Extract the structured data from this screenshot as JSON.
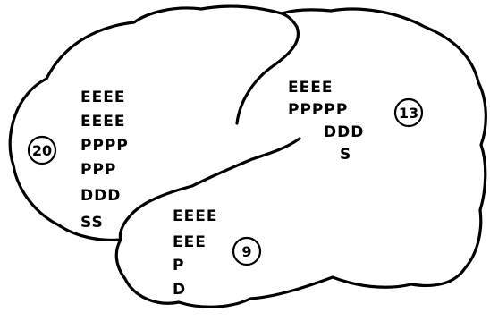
{
  "frontal_region": {
    "number": "20",
    "lines": [
      "EEEE",
      "EEEE",
      "PPPP",
      "PPP",
      "DDD",
      "SS"
    ]
  },
  "parietal_region": {
    "number": "13",
    "lines": [
      "EEEE",
      "PPPPP",
      "DDD",
      "S"
    ]
  },
  "temporal_region": {
    "number": "9",
    "lines": [
      "EEEE",
      "EEE",
      "P",
      "D"
    ]
  }
}
